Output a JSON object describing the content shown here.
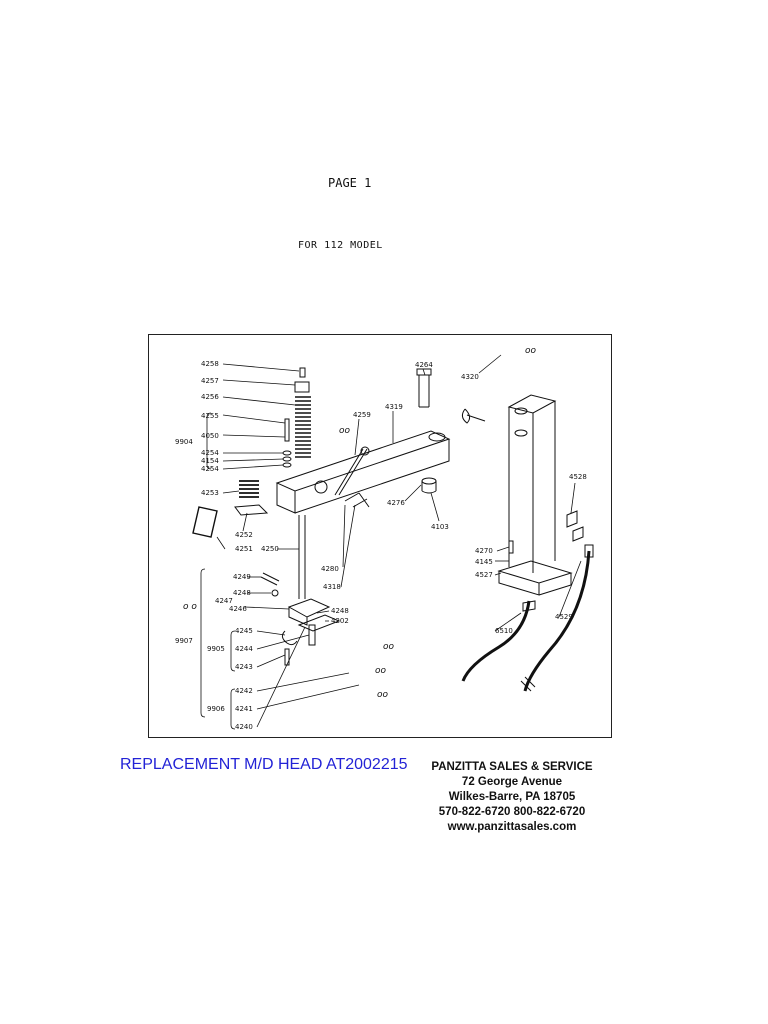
{
  "page": {
    "title": "PAGE 1",
    "model": "FOR 112 MODEL"
  },
  "diagram": {
    "part_numbers": {
      "p4258": "4258",
      "p4257": "4257",
      "p4256": "4256",
      "p4255": "4255",
      "p4050": "4050",
      "p4254a": "4254",
      "p4154": "4154",
      "p4254b": "4254",
      "p9904": "9904",
      "p4253": "4253",
      "p4252": "4252",
      "p4251": "4251",
      "p4250": "4250",
      "p4249": "4249",
      "p4248a": "4248",
      "p4247": "4247",
      "p4246": "4246",
      "p4248b": "4248",
      "p4202": "4202",
      "p9907": "9907",
      "p4245": "4245",
      "p9905": "9905",
      "p4244": "4244",
      "p4243": "4243",
      "p4242": "4242",
      "p9906": "9906",
      "p4241": "4241",
      "p4240": "4240",
      "p4259": "4259",
      "p4319": "4319",
      "p4264": "4264",
      "p4320": "4320",
      "p4276": "4276",
      "p4103": "4103",
      "p4280": "4280",
      "p4318": "4318",
      "p4528": "4528",
      "p4270": "4270",
      "p4145": "4145",
      "p4527": "4527",
      "p6510": "6510",
      "p4529": "4529"
    }
  },
  "footer": {
    "replacement": "REPLACEMENT M/D HEAD  AT2002215",
    "company": "PANZITTA SALES & SERVICE",
    "street": "72 George Avenue",
    "city": "Wilkes-Barre, PA 18705",
    "phones": "570-822-6720   800-822-6720",
    "web": "www.panzittasales.com"
  }
}
